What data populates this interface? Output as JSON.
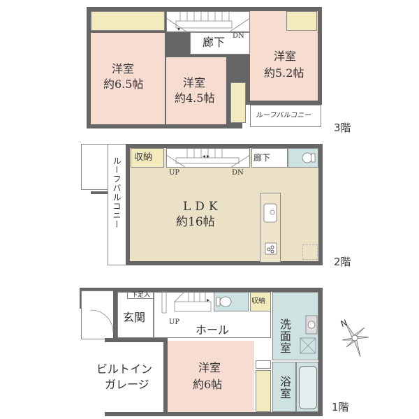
{
  "floors": {
    "third": {
      "floor_label": "3階",
      "rooms": {
        "western_a": {
          "name": "洋室",
          "size": "約6.5帖"
        },
        "western_b": {
          "name": "洋室",
          "size": "約4.5帖"
        },
        "western_c": {
          "name": "洋室",
          "size": "約5.2帖"
        },
        "hallway": {
          "name": "廊下"
        },
        "roof_balcony": {
          "name": "ルーフバルコニー"
        }
      },
      "stairs_label": "DN"
    },
    "second": {
      "floor_label": "2階",
      "rooms": {
        "ldk": {
          "name": "LDK",
          "size": "約16帖"
        },
        "storage": {
          "name": "収納"
        },
        "hallway": {
          "name": "廊下"
        },
        "roof_balcony": {
          "name": "ルーフバルコニー"
        }
      },
      "stairs_up": "UP",
      "stairs_down": "DN"
    },
    "first": {
      "floor_label": "1階",
      "rooms": {
        "entrance": {
          "name": "玄関"
        },
        "shoe_box": {
          "name": "下足入"
        },
        "hall": {
          "name": "ホール"
        },
        "storage": {
          "name": "収納"
        },
        "western": {
          "name": "洋室",
          "size": "約6帖"
        },
        "washroom": {
          "name": "洗面室"
        },
        "bathroom": {
          "name": "浴室"
        },
        "garage": {
          "name_line1": "ビルトイン",
          "name_line2": "ガレージ"
        }
      },
      "stairs_up": "UP"
    }
  },
  "compass": {
    "north": "N"
  },
  "colors": {
    "wall": "#666666",
    "western_room": "#f7dcd2",
    "ldk": "#ebe1c6",
    "storage": "#f3ebbd",
    "wet_area": "#cfe2e2"
  }
}
